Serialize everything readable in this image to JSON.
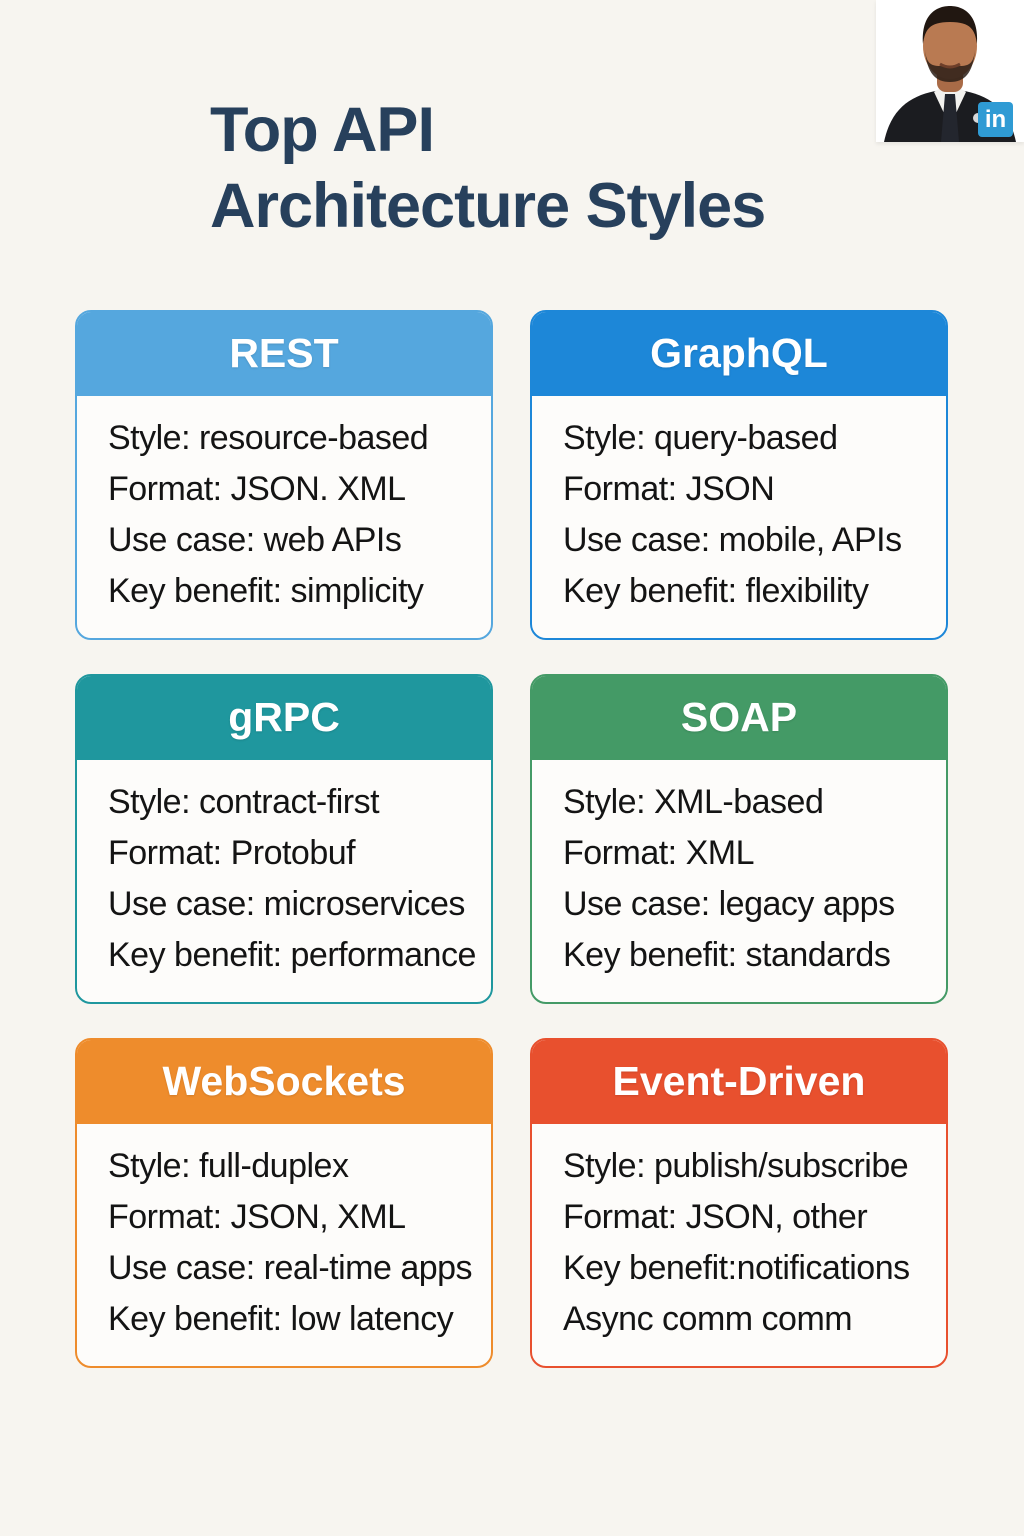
{
  "page": {
    "title": "Top API\nArchitecture Styles",
    "background_color": "#f7f5f0",
    "title_color": "#27405c"
  },
  "avatar": {
    "description": "profile-photo-man-in-suit",
    "badge_label": "in",
    "badge_color": "#2f9bd4"
  },
  "cards": [
    {
      "title": "REST",
      "color": "#55a7de",
      "lines": [
        "Style: resource-based",
        "Format: JSON. XML",
        "Use case: web APIs",
        "Key benefit: simplicity"
      ]
    },
    {
      "title": "GraphQL",
      "color": "#1d87d8",
      "lines": [
        "Style: query-based",
        "Format: JSON",
        "Use case: mobile, APIs",
        "Key benefit: flexibility"
      ]
    },
    {
      "title": "gRPC",
      "color": "#1f979e",
      "lines": [
        "Style: contract-first",
        "Format: Protobuf",
        "Use case: microservices",
        "Key benefit: performance"
      ]
    },
    {
      "title": "SOAP",
      "color": "#449a66",
      "lines": [
        "Style: XML-based",
        "Format: XML",
        "Use case: legacy apps",
        "Key benefit: standards"
      ]
    },
    {
      "title": "WebSockets",
      "color": "#ee8c2c",
      "lines": [
        "Style: full-duplex",
        "Format: JSON, XML",
        "Use case: real-time apps",
        "Key benefit: low latency"
      ]
    },
    {
      "title": "Event-Driven",
      "color": "#e8502e",
      "lines": [
        "Style: publish/subscribe",
        "Format: JSON, other",
        "Key benefit:notifications",
        "Async comm comm"
      ]
    }
  ]
}
